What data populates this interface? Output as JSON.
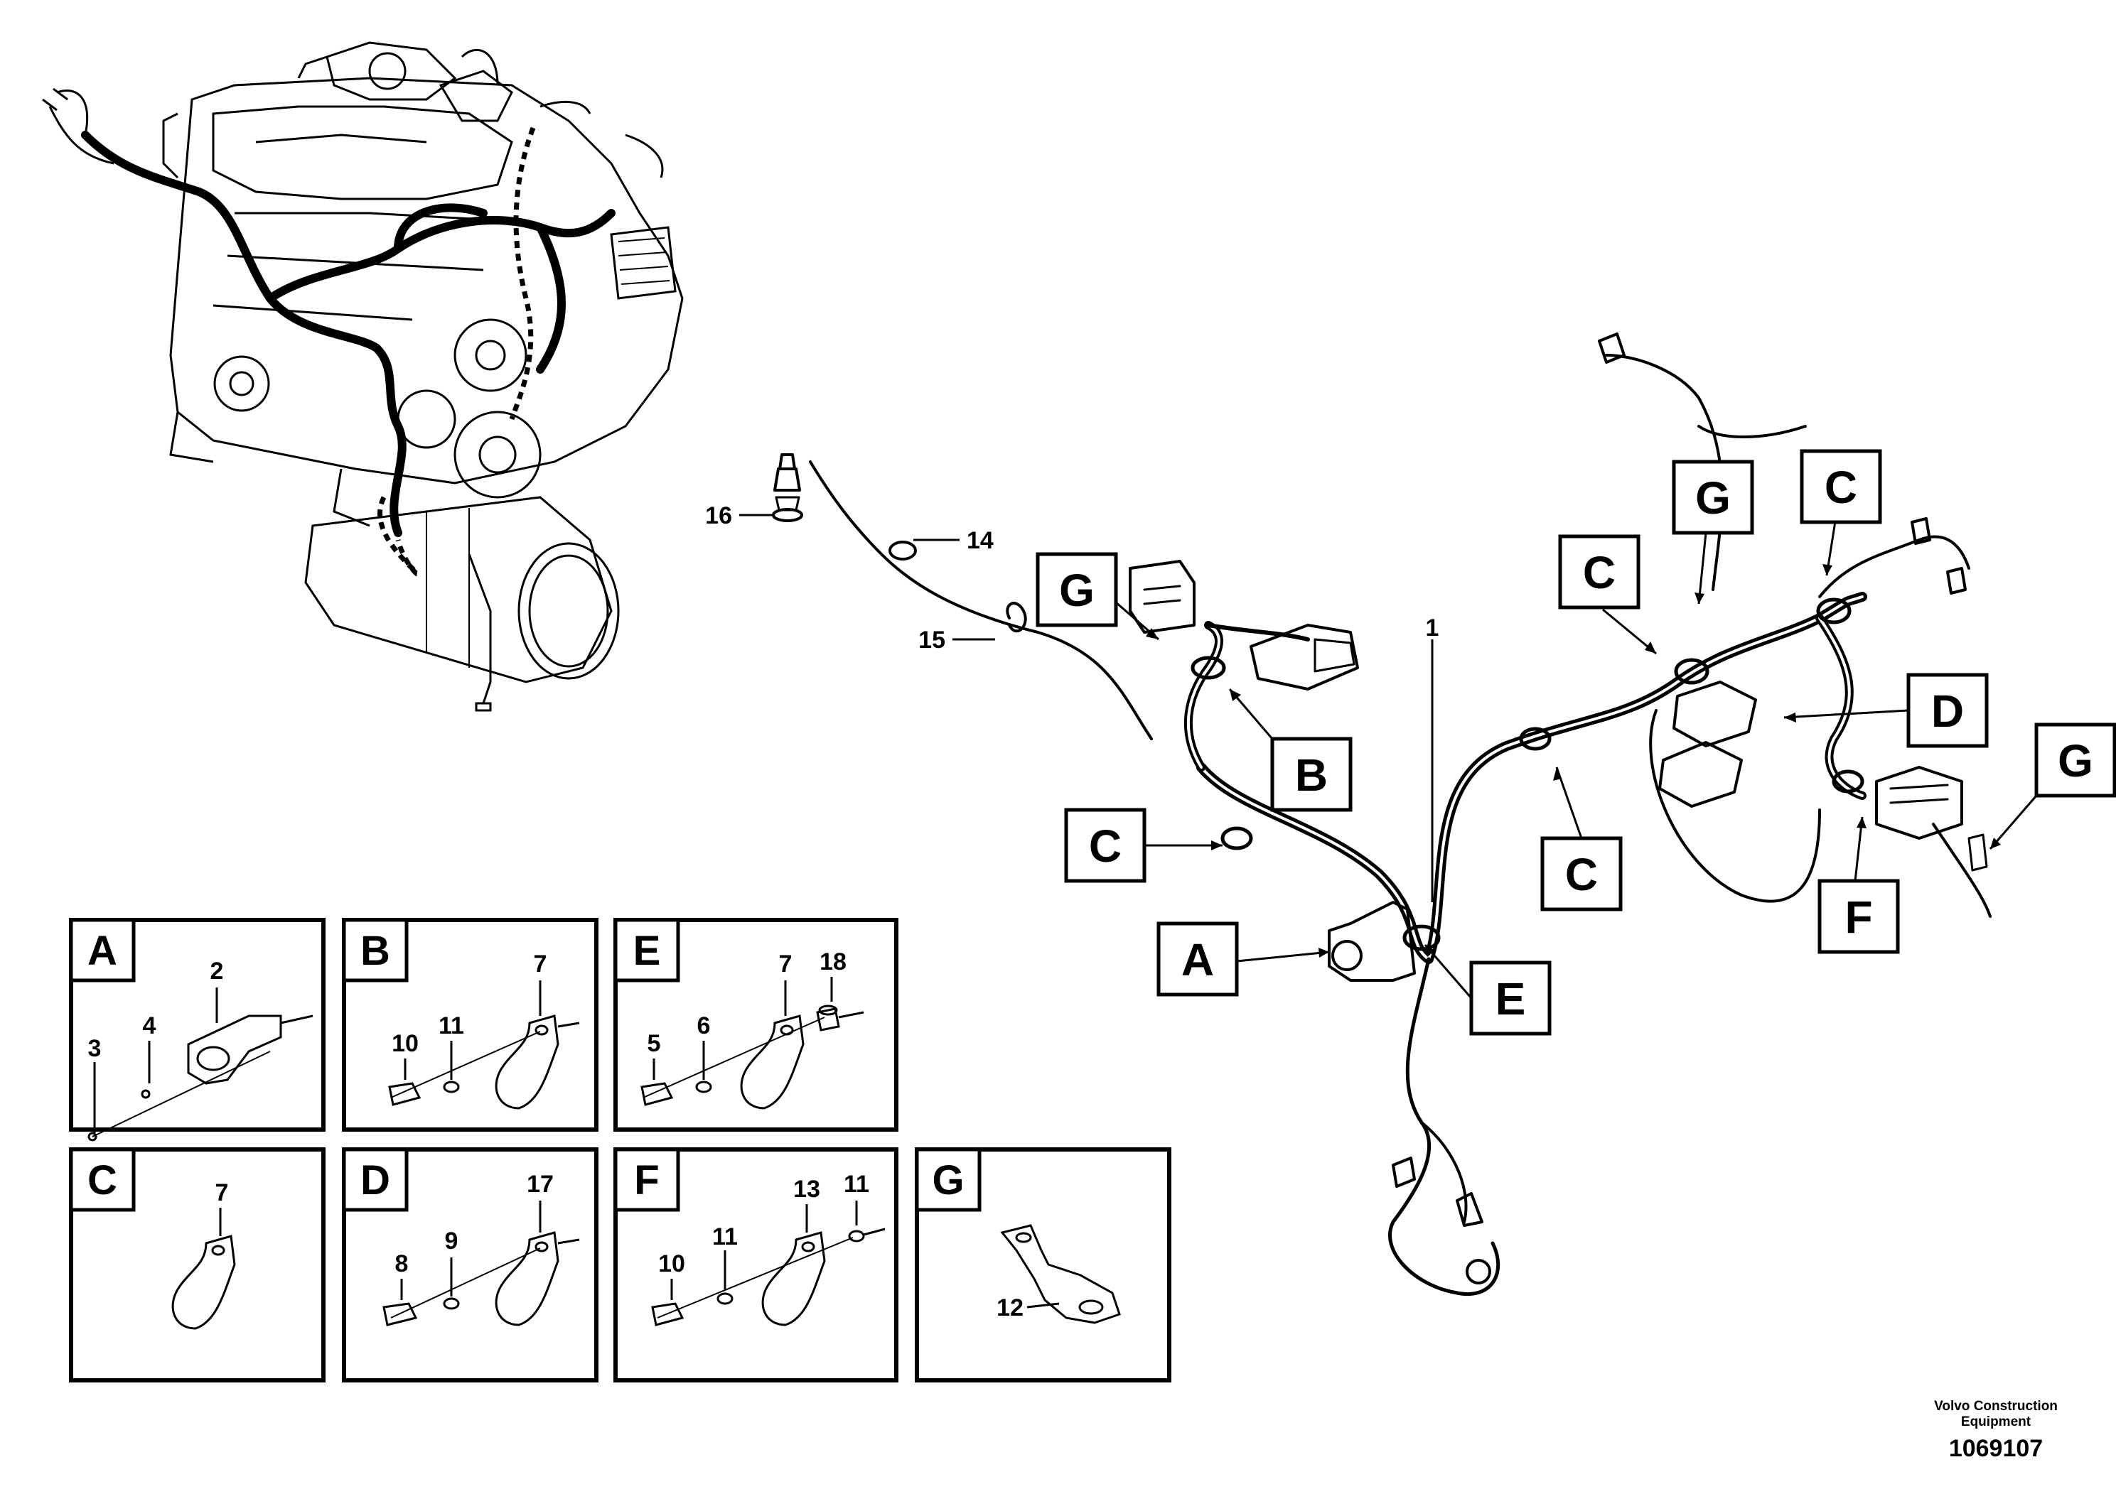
{
  "callouts": {
    "A": "A",
    "B": "B",
    "C": "C",
    "D": "D",
    "E": "E",
    "F": "F",
    "G": "G"
  },
  "part_numbers": {
    "p1": "1",
    "p14": "14",
    "p15": "15",
    "p16": "16"
  },
  "panels": {
    "A": {
      "letter": "A",
      "labels": [
        "2",
        "3",
        "4"
      ]
    },
    "B": {
      "letter": "B",
      "labels": [
        "7",
        "10",
        "11"
      ]
    },
    "E": {
      "letter": "E",
      "labels": [
        "7",
        "18",
        "5",
        "6"
      ]
    },
    "C": {
      "letter": "C",
      "labels": [
        "7"
      ]
    },
    "D": {
      "letter": "D",
      "labels": [
        "17",
        "9",
        "8"
      ]
    },
    "F": {
      "letter": "F",
      "labels": [
        "13",
        "11",
        "11",
        "10"
      ]
    },
    "G": {
      "letter": "G",
      "labels": [
        "12"
      ]
    }
  },
  "credit": {
    "line1": "Volvo Construction",
    "line2": "Equipment",
    "doc_number": "1069107"
  }
}
